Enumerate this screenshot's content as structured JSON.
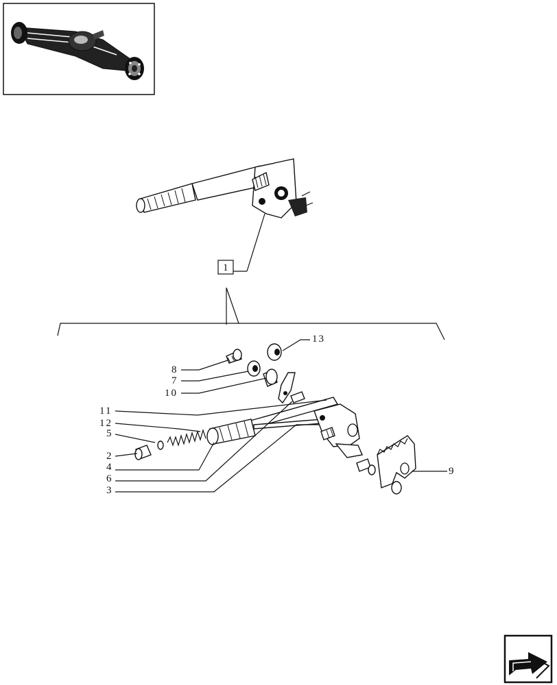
{
  "thumbnail": {
    "icon": "axle-assembly-icon"
  },
  "main_callout": {
    "label": "1"
  },
  "callouts": {
    "c2": "2",
    "c3": "3",
    "c4": "4",
    "c5": "5",
    "c6": "6",
    "c7": "7",
    "c8": "8",
    "c9": "9",
    "c10": "10",
    "c11": "11",
    "c12": "12",
    "c13": "13"
  },
  "nav": {
    "icon": "next-page-arrow-icon"
  }
}
